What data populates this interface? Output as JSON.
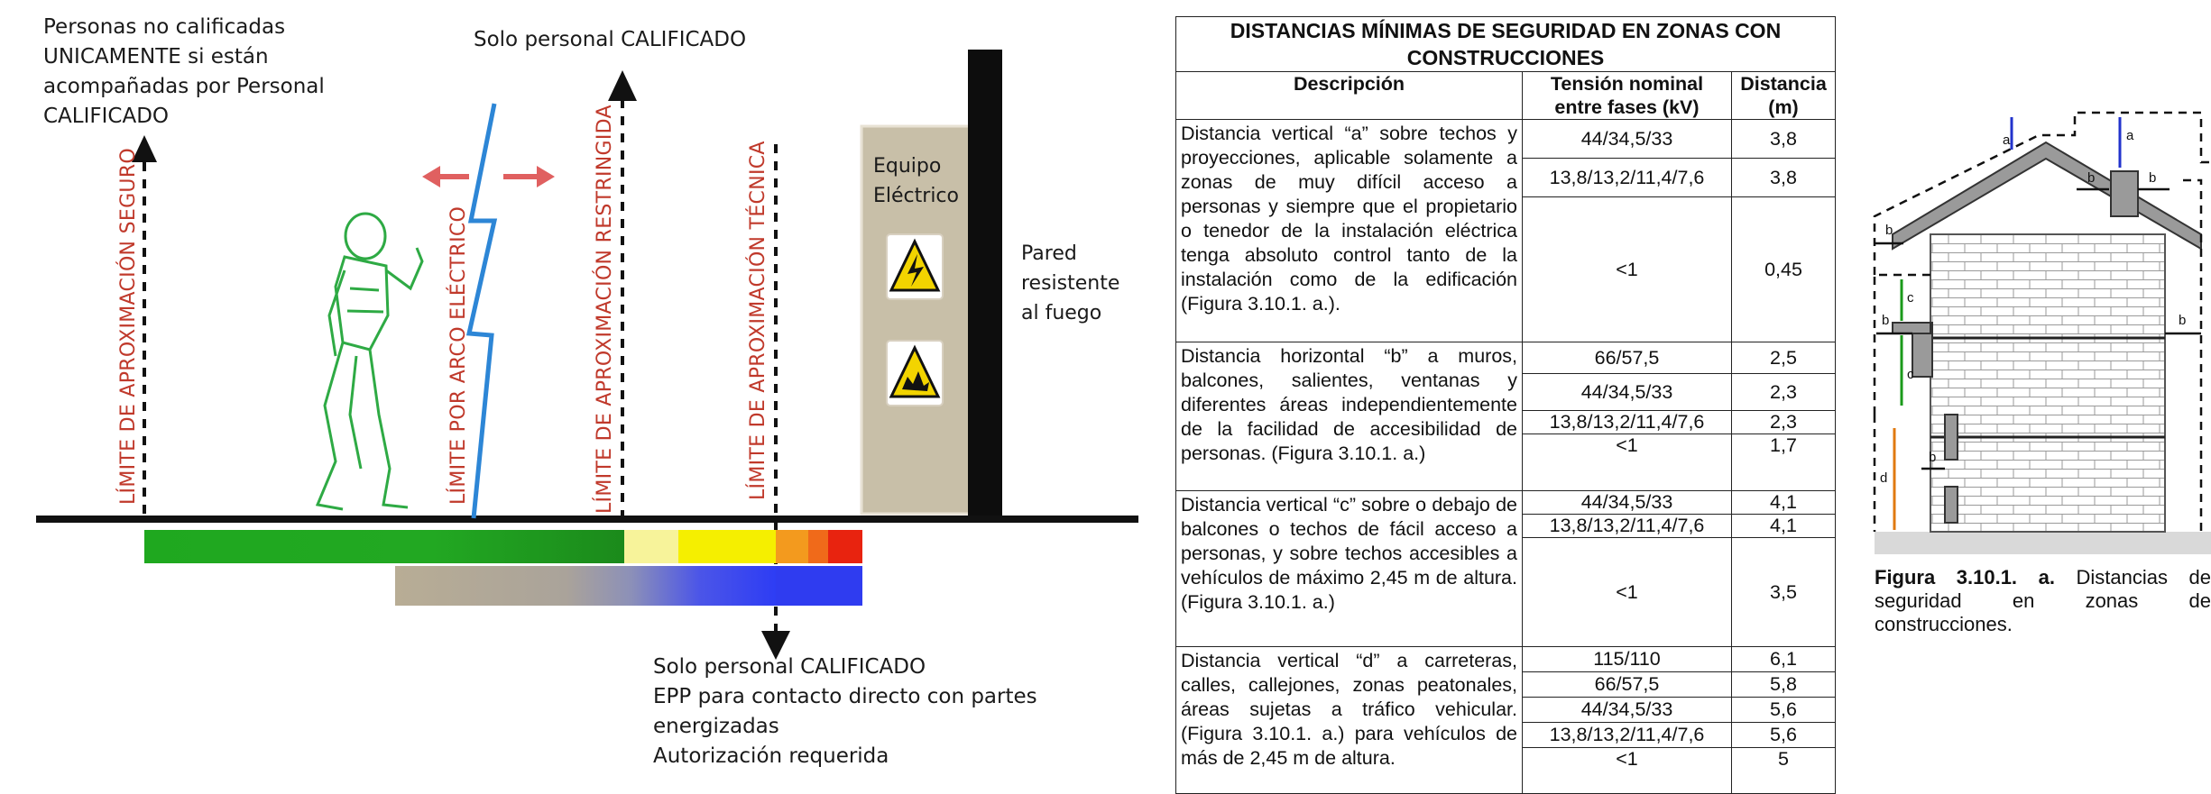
{
  "left_diagram": {
    "top_left_note": [
      "Personas no calificadas",
      "UNICAMENTE si están",
      "acompañadas por Personal",
      "CALIFICADO"
    ],
    "top_center_note": "Solo personal CALIFICADO",
    "limit_labels": {
      "seguro": "LÍMITE DE APROXIMACIÓN SEGURO",
      "arco": "LÍMITE POR ARCO ELÉCTRICO",
      "restringida": "LÍMITE DE APROXIMACIÓN RESTRINGIDA",
      "tecnica": "LÍMITE DE APROXIMACIÓN TÉCNICA"
    },
    "equipment_label": [
      "Equipo",
      "Eléctrico"
    ],
    "wall_label": [
      "Pared",
      "resistente",
      "al fuego"
    ],
    "bottom_note": [
      "Solo personal CALIFICADO",
      "EPP para contacto directo con partes",
      "energizadas",
      "Autorización requerida"
    ],
    "colors": {
      "green": "#1aa01a",
      "yellow": "#f5ef00",
      "orange": "#f39a1e",
      "red": "#e8230f",
      "blue": "#2f3cf0",
      "gray": "#b8b0a0",
      "arc": "#2d86d6",
      "arrow_red": "#e06060"
    },
    "icons": [
      "electric-hazard-icon",
      "arc-flash-hazard-icon"
    ]
  },
  "table": {
    "title": "DISTANCIAS MÍNIMAS DE SEGURIDAD EN ZONAS CON CONSTRUCCIONES",
    "headers": {
      "descripcion": "Descripción",
      "tension": [
        "Tensión nominal",
        "entre fases (kV)"
      ],
      "distancia": [
        "Distancia",
        "(m)"
      ]
    },
    "rows": [
      {
        "desc": "Distancia vertical “a” sobre techos y proyecciones, aplicable solamente a zonas de muy difícil acceso a personas y siempre que el propietario o tenedor de la instalación eléctrica tenga absoluto control tanto de la instalación como de la edificación (Figura 3.10.1. a.).",
        "tensions": [
          "44/34,5/33",
          "13,8/13,2/11,4/7,6",
          "<1"
        ],
        "distances": [
          "3,8",
          "3,8",
          "0,45"
        ]
      },
      {
        "desc": "Distancia horizontal “b” a muros, balcones, salientes, ventanas y diferentes áreas independientemente de la facilidad de accesibilidad de personas. (Figura 3.10.1. a.)",
        "tensions": [
          "66/57,5",
          "44/34,5/33",
          "13,8/13,2/11,4/7,6",
          "<1"
        ],
        "distances": [
          "2,5",
          "2,3",
          "2,3",
          "1,7"
        ]
      },
      {
        "desc": "Distancia vertical “c” sobre o debajo de balcones o techos de fácil acceso a personas, y sobre techos accesibles a vehículos de máximo 2,45 m de altura. (Figura 3.10.1. a.)",
        "tensions": [
          "44/34,5/33",
          "13,8/13,2/11,4/7,6",
          "<1"
        ],
        "distances": [
          "4,1",
          "4,1",
          "3,5"
        ]
      },
      {
        "desc": "Distancia vertical “d” a carreteras, calles, callejones, zonas peatonales, áreas sujetas a tráfico vehicular. (Figura 3.10.1. a.) para vehículos de más de 2,45 m de altura.",
        "tensions": [
          "115/110",
          "66/57,5",
          "44/34,5/33",
          "13,8/13,2/11,4/7,6",
          "<1"
        ],
        "distances": [
          "6,1",
          "5,8",
          "5,6",
          "5,6",
          "5"
        ]
      }
    ]
  },
  "figure": {
    "letters": {
      "a": "a",
      "b": "b",
      "c": "c",
      "d": "d"
    },
    "caption_bold": "Figura 3.10.1. a.",
    "caption_rest": " Distancias de seguridad en zonas de construcciones."
  }
}
